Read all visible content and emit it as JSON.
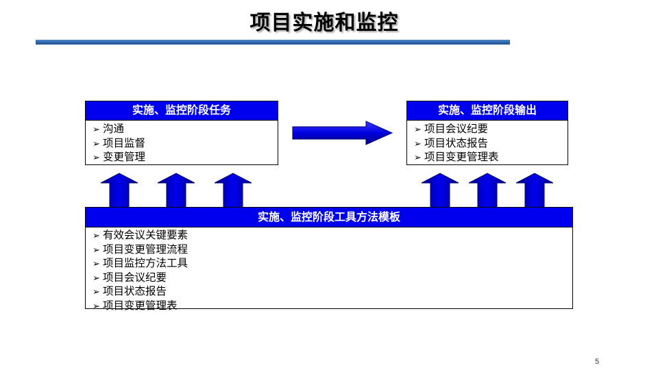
{
  "slide": {
    "title": "项目实施和监控",
    "page_number": "5"
  },
  "tasks_box": {
    "heading": "实施、监控阶段任务",
    "items": [
      "沟通",
      "项目监督",
      "变更管理"
    ]
  },
  "output_box": {
    "heading": "实施、监控阶段输出",
    "items": [
      "项目会议纪要",
      "项目状态报告",
      "项目变更管理表"
    ]
  },
  "tools_box": {
    "heading": "实施、监控阶段工具方法模板",
    "items": [
      "有效会议关键要素",
      "项目变更管理流程",
      "项目监控方法工具",
      "项目会议纪要",
      "项目状态报告",
      "项目变更管理表"
    ]
  },
  "bullet_glyph": "➢",
  "colors": {
    "header_fill": "#0000ee",
    "arrow_fill": "#0000dd",
    "title_bar": "#2a63a8"
  }
}
